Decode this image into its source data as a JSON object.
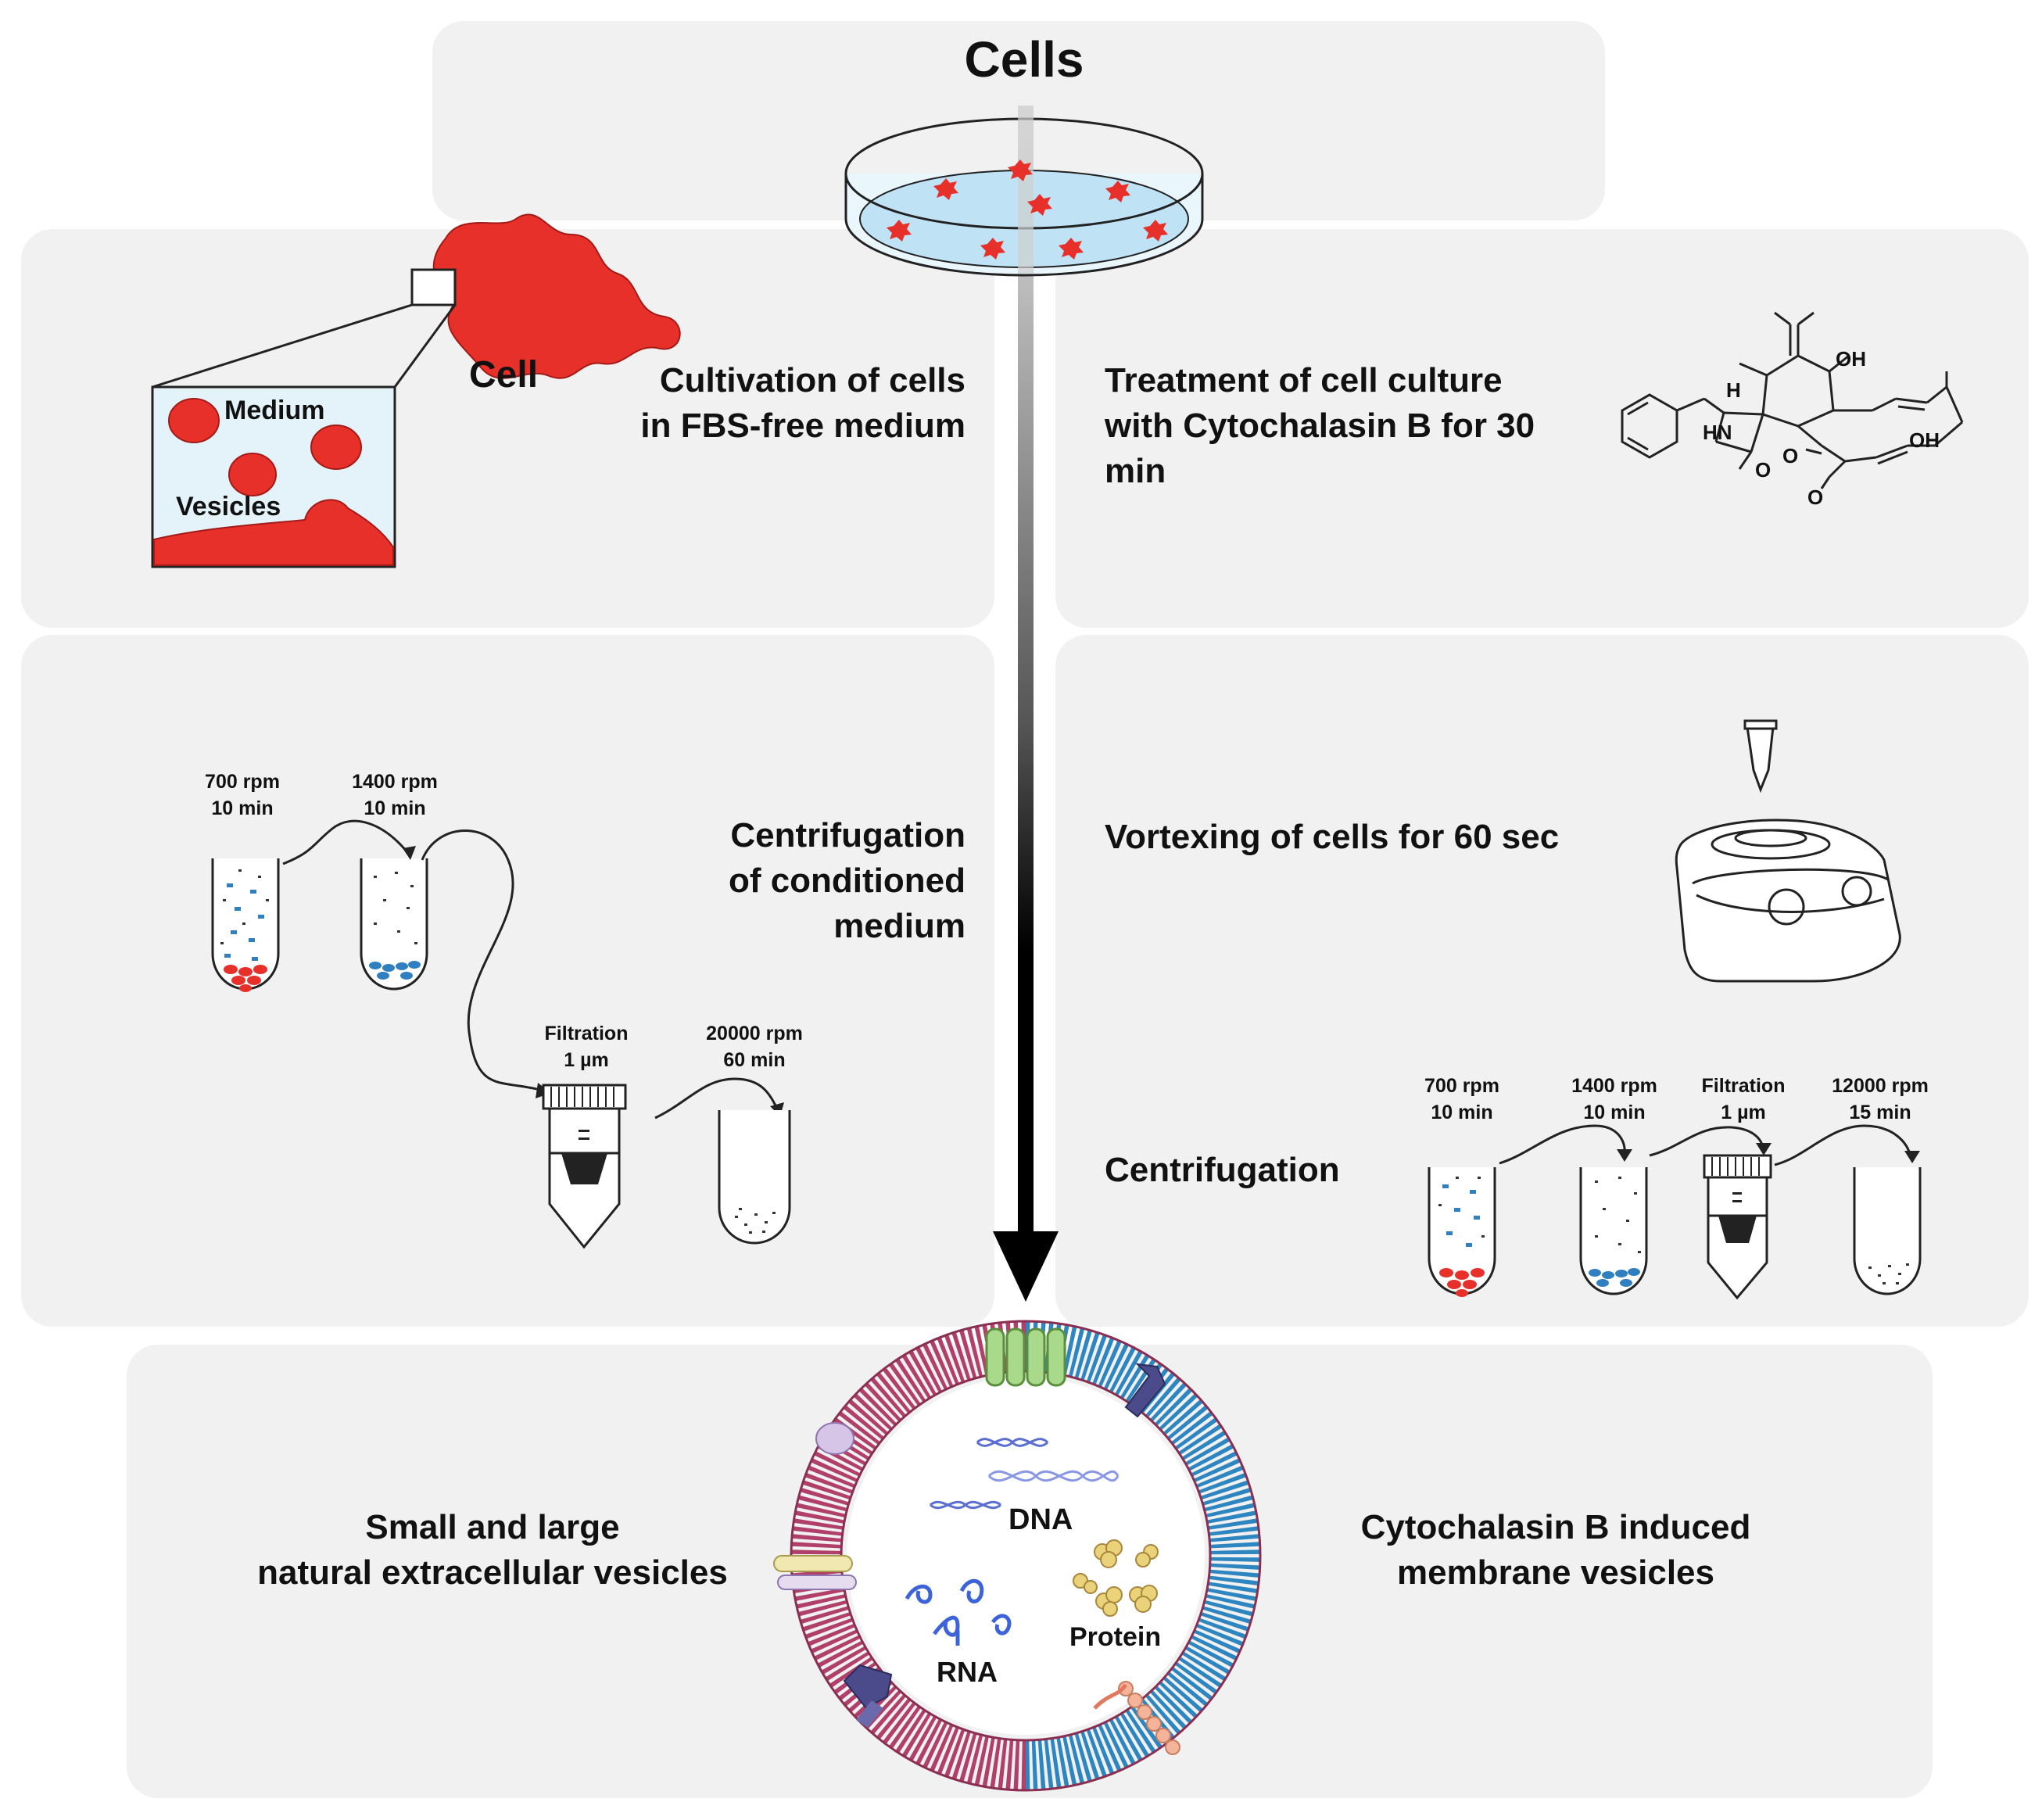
{
  "top": {
    "title": "Cells"
  },
  "left_top": {
    "cell_label": "Cell",
    "inset_medium": "Medium",
    "inset_vesicles": "Vesicles",
    "step_line1": "Cultivation of cells",
    "step_line2": "in FBS-free medium"
  },
  "right_top": {
    "step_line1": "Treatment of cell culture",
    "step_line2": "with Cytochalasin B for 30",
    "step_line3": "min",
    "molecule_labels": {
      "oh_top": "OH",
      "oh_right": "OH",
      "h": "H",
      "hn": "HN",
      "o_ring": "O",
      "o_amide": "O",
      "o_ester": "O"
    }
  },
  "left_mid": {
    "step_line1": "Centrifugation",
    "step_line2": "of conditioned",
    "step_line3": "medium",
    "spin1_line1": "700 rpm",
    "spin1_line2": "10 min",
    "spin2_line1": "1400 rpm",
    "spin2_line2": "10 min",
    "filt_line1": "Filtration",
    "filt_line2": "1 µm",
    "spin3_line1": "20000 rpm",
    "spin3_line2": "60 min"
  },
  "right_mid": {
    "vortex_text": "Vortexing of cells for 60 sec",
    "centrifugation_text": "Centrifugation",
    "spin1_line1": "700 rpm",
    "spin1_line2": "10 min",
    "spin2_line1": "1400 rpm",
    "spin2_line2": "10 min",
    "filt_line1": "Filtration",
    "filt_line2": "1 µm",
    "spin3_line1": "12000 rpm",
    "spin3_line2": "15 min"
  },
  "bottom": {
    "left_line1": "Small and large",
    "left_line2": "natural extracellular vesicles",
    "right_line1": "Cytochalasin B induced",
    "right_line2": "membrane vesicles",
    "dna": "DNA",
    "rna": "RNA",
    "protein": "Protein"
  },
  "colors": {
    "panel": "#f1f1f1",
    "cell_red": "#e8302a",
    "dish_blue": "#bfe3f5",
    "pellet_blue": "#2f7fc1",
    "membrane_left": "#b0406a",
    "membrane_right": "#2e86c1"
  }
}
